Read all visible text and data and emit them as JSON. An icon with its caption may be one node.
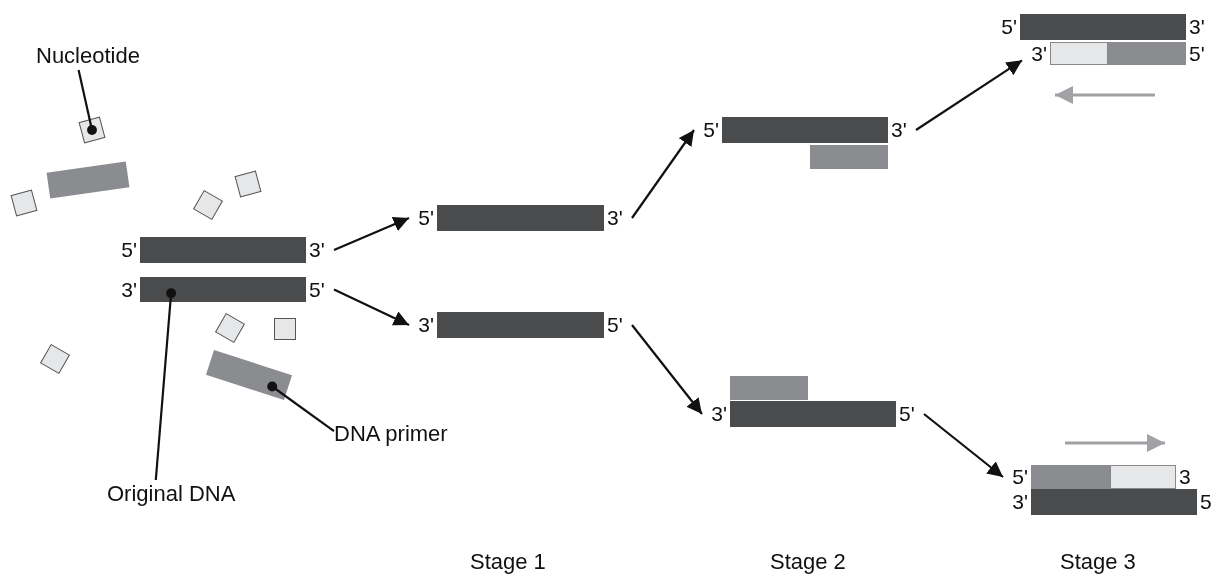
{
  "diagram": {
    "nodes": [
      {
        "text": [
          "Nucleotide"
        ]
      },
      {
        "text": [],
        "shape": "box"
      },
      {
        "text": [],
        "shape": "bar"
      },
      {
        "text": [],
        "shape": "box"
      },
      {
        "text": [],
        "shape": "box"
      },
      {
        "text": [],
        "shape": "box"
      },
      {
        "text": [],
        "shape": "bar",
        "beside": [
          "5'",
          "3'"
        ]
      },
      {
        "text": [],
        "shape": "bar",
        "beside": [
          "3'",
          "5'"
        ]
      },
      {
        "text": [],
        "shape": "box"
      },
      {
        "text": [],
        "shape": "box"
      },
      {
        "text": [],
        "shape": "box"
      },
      {
        "text": [],
        "shape": "bar"
      },
      {
        "text": [
          "DNA primer"
        ]
      },
      {
        "text": [
          "Original DNA"
        ]
      },
      {
        "text": [],
        "shape": "bar",
        "beside": [
          "5'",
          "3'"
        ]
      },
      {
        "text": [],
        "shape": "bar",
        "beside": [
          "3'",
          "5'"
        ]
      },
      {
        "text": [],
        "shape": "bar",
        "beside": [
          "5'",
          "3'"
        ]
      },
      {
        "text": [],
        "shape": "bar"
      },
      {
        "text": [],
        "shape": "bar"
      },
      {
        "text": [],
        "shape": "bar",
        "beside": [
          "3'",
          "5'"
        ]
      },
      {
        "text": [],
        "shape": "bar",
        "beside": [
          "5'",
          "3'"
        ]
      },
      {
        "text": [],
        "shape": "bar",
        "beside": [
          "3'"
        ]
      },
      {
        "text": [],
        "shape": "bar",
        "beside": [
          "5'"
        ]
      },
      {
        "text": [],
        "shape": "bar",
        "beside": [
          "5'"
        ]
      },
      {
        "text": [],
        "shape": "bar",
        "beside": [
          "3"
        ]
      },
      {
        "text": [],
        "shape": "bar",
        "beside": [
          "3'",
          "5"
        ]
      }
    ],
    "edges": [
      {
        "from": 0,
        "to": 1,
        "arrow": "other"
      },
      {
        "from": 12,
        "to": 11,
        "arrow": "other"
      },
      {
        "from": 13,
        "to": 7,
        "arrow": "other"
      },
      {
        "from": 6,
        "to": 14,
        "arrow": "to"
      },
      {
        "from": 7,
        "to": 15,
        "arrow": "to"
      },
      {
        "from": 14,
        "to": 16,
        "arrow": "to"
      },
      {
        "from": 15,
        "to": 19,
        "arrow": "to"
      },
      {
        "from": 16,
        "to": 21,
        "arrow": "to"
      },
      {
        "from": 19,
        "to": 23,
        "arrow": "to"
      }
    ],
    "labels": [
      "Stage 1",
      "Stage 2",
      "Stage 3"
    ]
  }
}
